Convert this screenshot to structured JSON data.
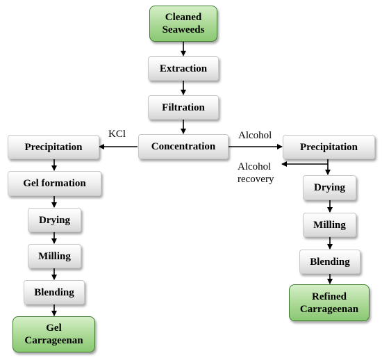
{
  "diagram": {
    "nodes": {
      "cleaned_seaweeds": "Cleaned\nSeaweeds",
      "extraction": "Extraction",
      "filtration": "Filtration",
      "concentration": "Concentration",
      "precipitation_left": "Precipitation",
      "gel_formation": "Gel formation",
      "drying_left": "Drying",
      "milling_left": "Milling",
      "blending_left": "Blending",
      "gel_carrageenan": "Gel\nCarrageenan",
      "precipitation_right": "Precipitation",
      "drying_right": "Drying",
      "milling_right": "Milling",
      "blending_right": "Blending",
      "refined_carrageenan": "Refined\nCarrageenan"
    },
    "edge_labels": {
      "kcl": "KCl",
      "alcohol": "Alcohol",
      "alcohol_recovery": "Alcohol\nrecovery"
    },
    "colors": {
      "terminal_fill": "#a9d894",
      "terminal_border": "#3d7a2e",
      "step_fill": "#f1f1f1",
      "arrow": "#000000"
    }
  }
}
